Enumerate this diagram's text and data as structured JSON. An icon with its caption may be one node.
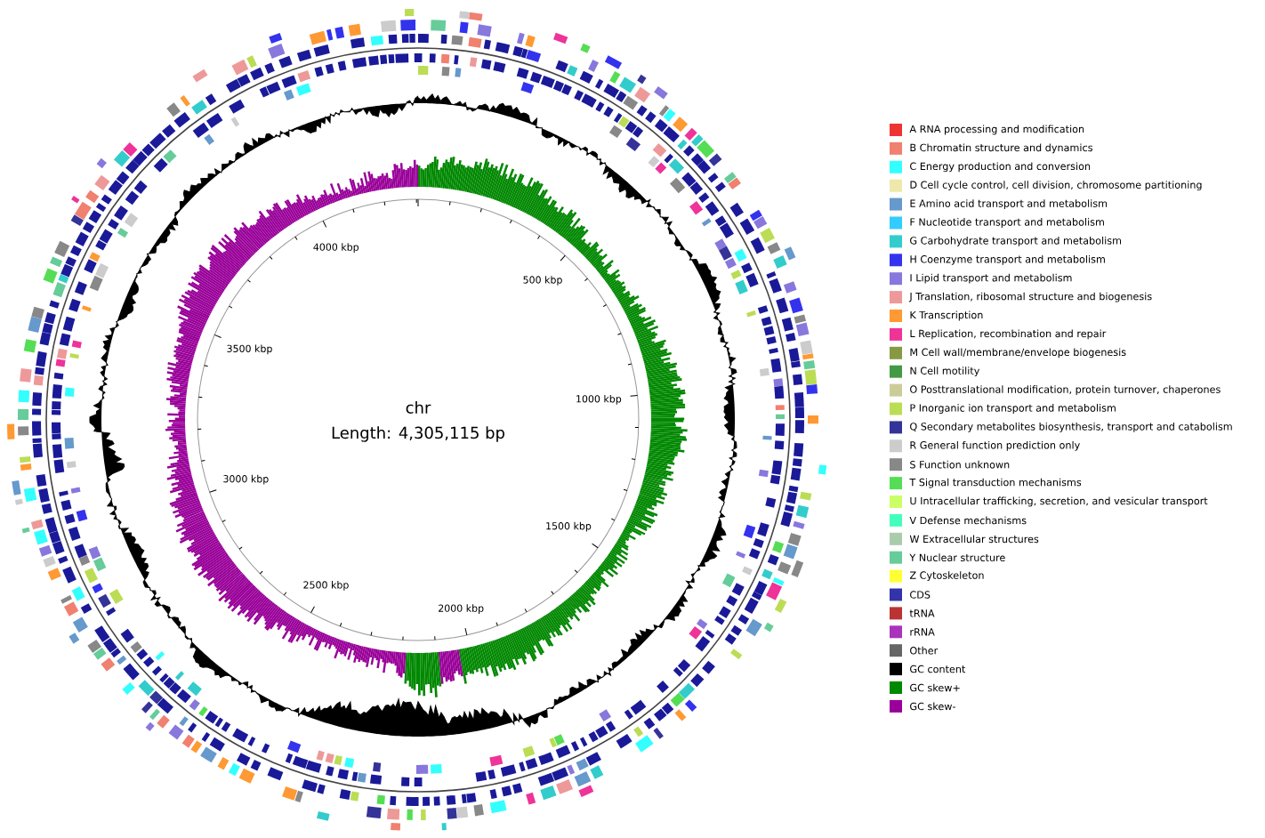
{
  "diagram": {
    "labels": [
      "chr",
      "Length: 4,305,115 bp",
      "500 kbp",
      "1000 kbp",
      "1500 kbp",
      "2000 kbp",
      "2500 kbp",
      "3000 kbp",
      "3500 kbp",
      "4000 kbp"
    ],
    "legend": [
      {
        "text": "A RNA processing and modification",
        "color": "#ee3333"
      },
      {
        "text": "B Chromatin structure and dynamics",
        "color": "#f08070"
      },
      {
        "text": "C Energy production and conversion",
        "color": "#33ffff"
      },
      {
        "text": "D Cell cycle control, cell division, chromosome partitioning",
        "color": "#eee8aa"
      },
      {
        "text": "E Amino acid transport and metabolism",
        "color": "#6699cc"
      },
      {
        "text": "F Nucleotide transport and metabolism",
        "color": "#33ccff"
      },
      {
        "text": "G Carbohydrate transport and metabolism",
        "color": "#33cccc"
      },
      {
        "text": "H Coenzyme transport and metabolism",
        "color": "#3333ee"
      },
      {
        "text": "I Lipid transport and metabolism",
        "color": "#8877dd"
      },
      {
        "text": "J Translation, ribosomal structure and biogenesis",
        "color": "#ee9999"
      },
      {
        "text": "K Transcription",
        "color": "#ff9933"
      },
      {
        "text": "L Replication, recombination and repair",
        "color": "#ee3399"
      },
      {
        "text": "M Cell wall/membrane/envelope biogenesis",
        "color": "#889944"
      },
      {
        "text": "N Cell motility",
        "color": "#449944"
      },
      {
        "text": "O Posttranslational modification, protein turnover, chaperones",
        "color": "#cccc99"
      },
      {
        "text": "P Inorganic ion transport and metabolism",
        "color": "#bbdd55"
      },
      {
        "text": "Q Secondary metabolites biosynthesis, transport and catabolism",
        "color": "#333399"
      },
      {
        "text": "R General function prediction only",
        "color": "#cccccc"
      },
      {
        "text": "S Function unknown",
        "color": "#888888"
      },
      {
        "text": "T Signal transduction mechanisms",
        "color": "#55dd55"
      },
      {
        "text": "U Intracellular trafficking, secretion, and vesicular transport",
        "color": "#ccff66"
      },
      {
        "text": "V Defense mechanisms",
        "color": "#44ffbb"
      },
      {
        "text": "W Extracellular structures",
        "color": "#aaccaa"
      },
      {
        "text": "Y Nuclear structure",
        "color": "#66cc99"
      },
      {
        "text": "Z Cytoskeleton",
        "color": "#ffff33"
      },
      {
        "text": "CDS",
        "color": "#3333aa"
      },
      {
        "text": "tRNA",
        "color": "#bb3333"
      },
      {
        "text": "rRNA",
        "color": "#aa33bb"
      },
      {
        "text": "Other",
        "color": "#666666"
      },
      {
        "text": "GC content",
        "color": "#000000"
      },
      {
        "text": "GC skew+",
        "color": "#008800"
      },
      {
        "text": "GC skew-",
        "color": "#990099"
      }
    ]
  }
}
